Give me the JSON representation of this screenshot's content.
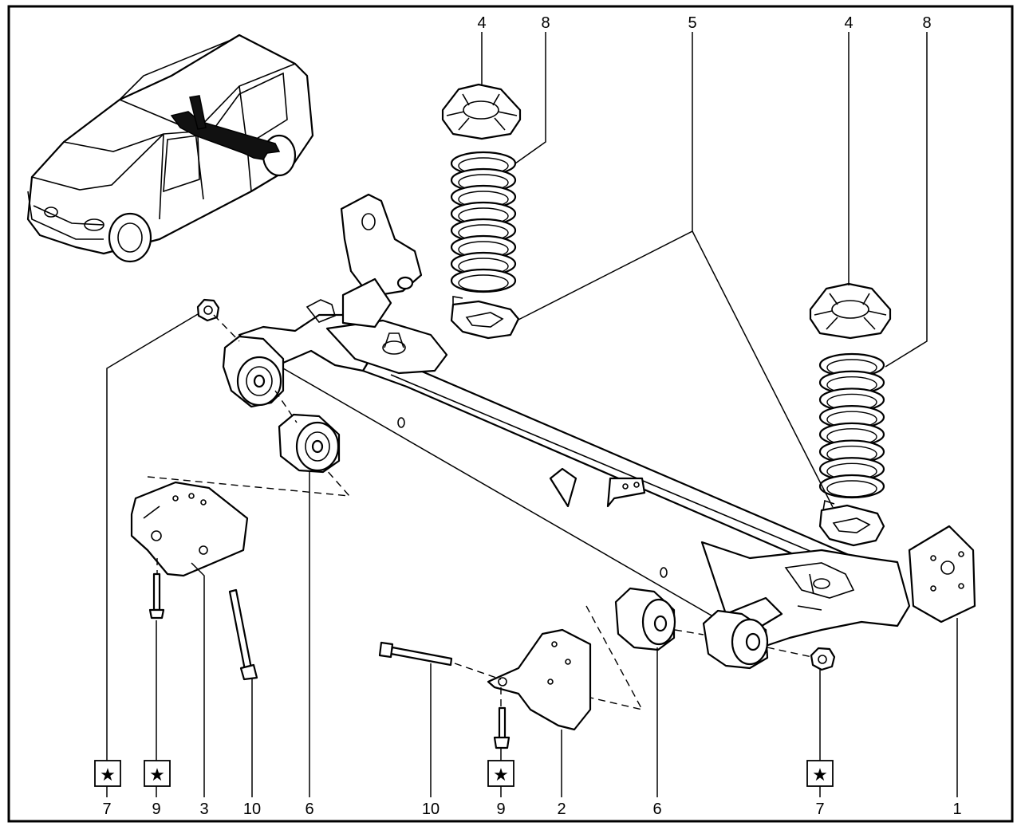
{
  "diagram": {
    "part_labels": [
      {
        "id": "label-4-left",
        "text": "4"
      },
      {
        "id": "label-8-left",
        "text": "8"
      },
      {
        "id": "label-5",
        "text": "5"
      },
      {
        "id": "label-4-right",
        "text": "4"
      },
      {
        "id": "label-8-right",
        "text": "8"
      },
      {
        "id": "label-7-left",
        "text": "7"
      },
      {
        "id": "label-9-left",
        "text": "9"
      },
      {
        "id": "label-3",
        "text": "3"
      },
      {
        "id": "label-10-left",
        "text": "10"
      },
      {
        "id": "label-6-left",
        "text": "6"
      },
      {
        "id": "label-10-right",
        "text": "10"
      },
      {
        "id": "label-9-right",
        "text": "9"
      },
      {
        "id": "label-2",
        "text": "2"
      },
      {
        "id": "label-6-right",
        "text": "6"
      },
      {
        "id": "label-7-right",
        "text": "7"
      },
      {
        "id": "label-1",
        "text": "1"
      }
    ],
    "star_symbol": "★",
    "icons": [
      "vehicle-icon",
      "coil-spring-icon",
      "spring-seat-icon",
      "axle-beam-icon",
      "bushing-icon",
      "bracket-icon",
      "bolt-icon",
      "nut-icon",
      "star-marker-icon"
    ]
  }
}
